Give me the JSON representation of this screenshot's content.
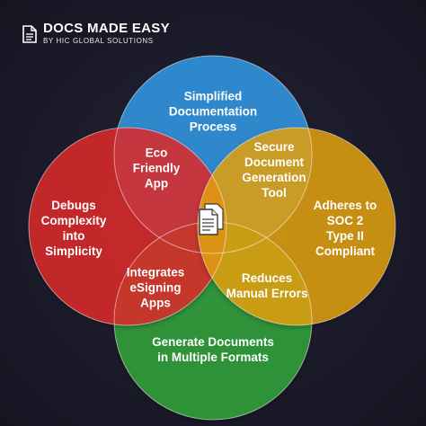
{
  "brand": {
    "title": "DOCS MADE EASY",
    "subtitle": "BY HIC GLOBAL SOLUTIONS",
    "icon": "document-logo-icon"
  },
  "diagram": {
    "type": "venn-4",
    "circles": [
      {
        "label": "Simplified\nDocumentation\nProcess",
        "color": "#2f8fd8"
      },
      {
        "label": "Debugs\nComplexity\ninto\nSimplicity",
        "color": "#e02a2a"
      },
      {
        "label": "Adheres to\nSOC 2\nType II\nCompliant",
        "color": "#e5a313"
      },
      {
        "label": "Generate Documents\nin Multiple Formats",
        "color": "#2f9b3a"
      }
    ],
    "overlaps": {
      "blue_red": "Eco\nFriendly\nApp",
      "blue_orange": "Secure\nDocument\nGeneration\nTool",
      "red_green": "Integrates\neSigning\nApps",
      "orange_green": "Reduces\nManual Errors"
    },
    "center_icon": "documents-icon"
  }
}
